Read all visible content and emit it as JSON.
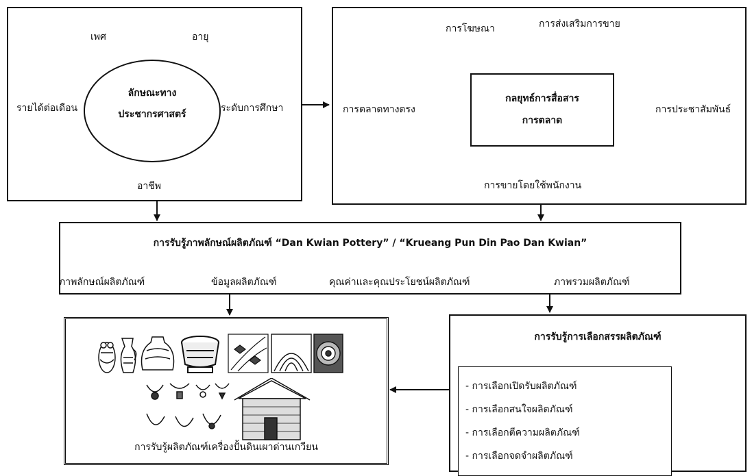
{
  "demographics": {
    "center_title_line1": "ลักษณะทาง",
    "center_title_line2": "ประชากรศาสตร์",
    "gender": "เพศ",
    "age": "อายุ",
    "income": "รายได้ต่อเดือน",
    "education": "ระดับการศึกษา",
    "occupation": "อาชีพ"
  },
  "communication": {
    "center_title_line1": "กลยุทธ์การสื่อสาร",
    "center_title_line2": "การตลาด",
    "advertising": "การโฆษณา",
    "sales_promotion": "การส่งเสริมการขาย",
    "direct_marketing": "การตลาดทางตรง",
    "public_relations": "การประชาสัมพันธ์",
    "personal_selling": "การขายโดยใช้พนักงาน"
  },
  "image_perception": {
    "title": "การรับรู้ภาพลักษณ์ผลิตภัณฑ์ “Dan Kwian Pottery” / “Krueang Pun Din Pao Dan Kwian”",
    "items": [
      "ภาพลักษณ์ผลิตภัณฑ์",
      "ข้อมูลผลิตภัณฑ์",
      "คุณค่าและคุณประโยชน์ผลิตภัณฑ์",
      "ภาพรวมผลิตภัณฑ์"
    ]
  },
  "products_panel": {
    "caption": "การรับรู้ผลิตภัณฑ์เครื่องปั้นดินเผาด่านเกวียน"
  },
  "selection": {
    "title": "การรับรู้การเลือกสรรผลิตภัณฑ์",
    "items": [
      "- การเลือกเปิดรับผลิตภัณฑ์",
      "- การเลือกสนใจผลิตภัณฑ์",
      "- การเลือกตีความผลิตภัณฑ์",
      "- การเลือกจดจำผลิตภัณฑ์"
    ]
  }
}
